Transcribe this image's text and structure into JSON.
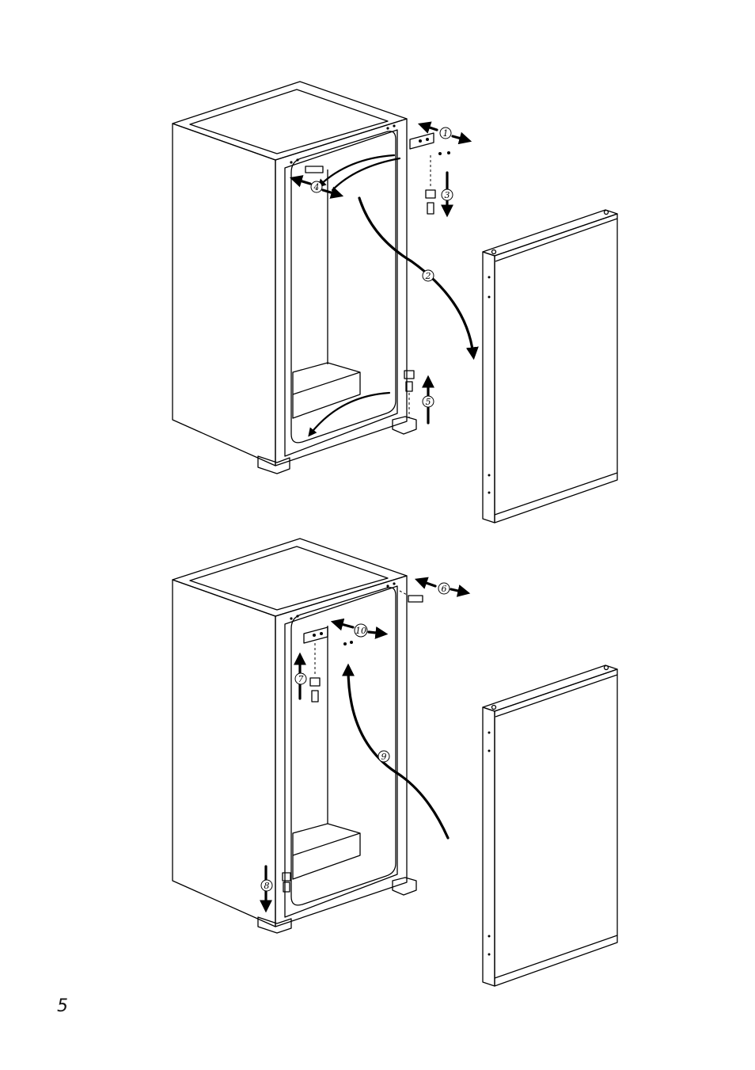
{
  "page": {
    "number": "5"
  },
  "steps": {
    "s1": "1",
    "s2": "2",
    "s3": "3",
    "s4": "4",
    "s5": "5",
    "s6": "6",
    "s7": "7",
    "s8": "8",
    "s9": "9",
    "s10": "10"
  },
  "icons": [
    "cabinet-icon",
    "door-panel-icon",
    "hinge-icon",
    "arrow-icon"
  ]
}
